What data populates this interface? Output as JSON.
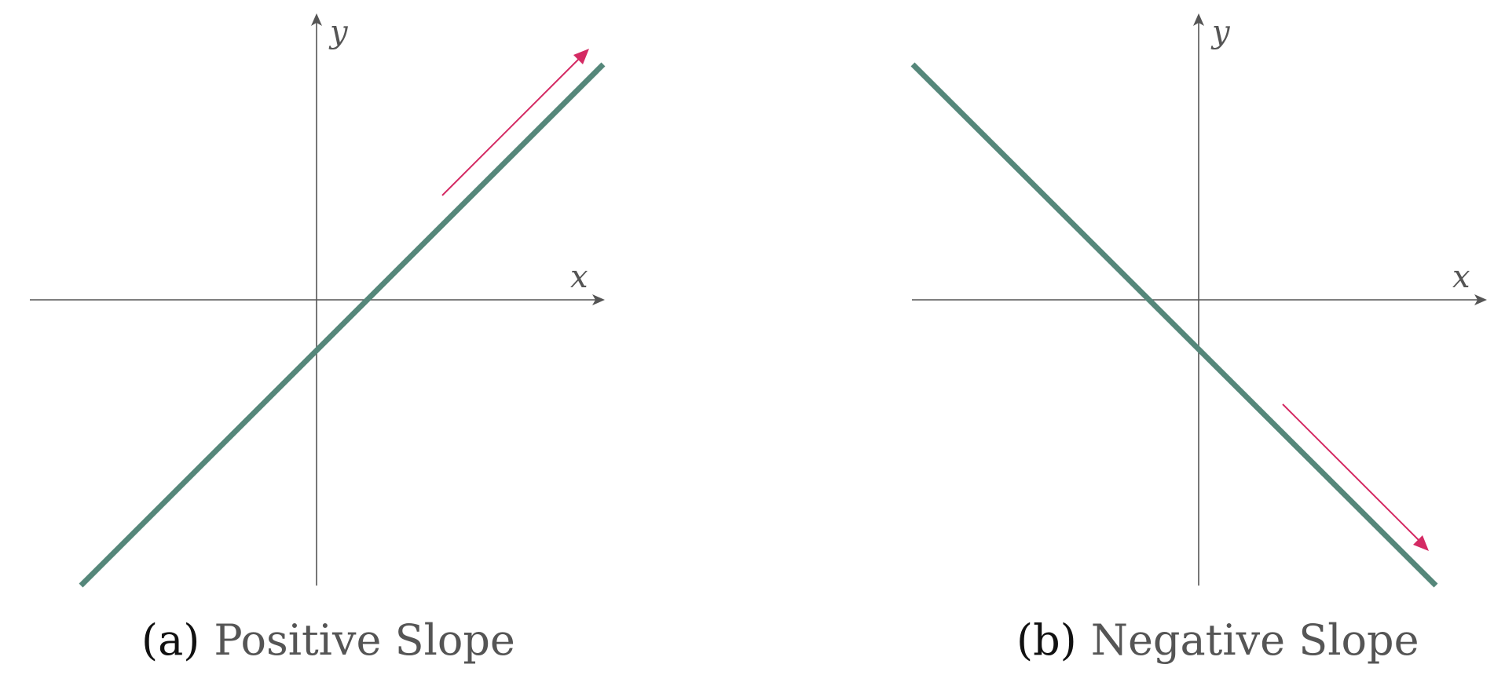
{
  "colors": {
    "axis": "#555555",
    "line": "#55877a",
    "arrow": "#d42a63",
    "caption_tag": "#111111",
    "caption_text": "#555555"
  },
  "panels": [
    {
      "id": "a",
      "tag": "(a)",
      "caption": "Positive Slope",
      "x_axis_label": "x",
      "y_axis_label": "y",
      "slope_direction": "positive"
    },
    {
      "id": "b",
      "tag": "(b)",
      "caption": "Negative Slope",
      "x_axis_label": "x",
      "y_axis_label": "y",
      "slope_direction": "negative"
    }
  ]
}
